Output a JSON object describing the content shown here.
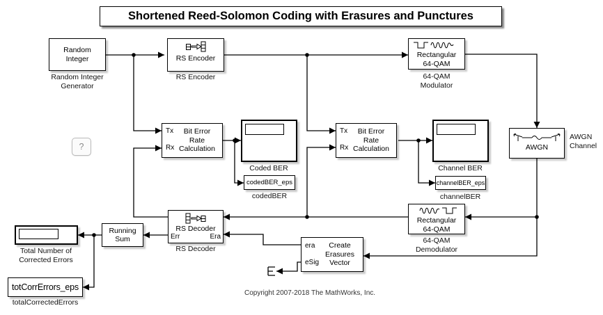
{
  "title": "Shortened Reed-Solomon Coding with Erasures and Punctures",
  "copyright": "Copyright 2007-2018 The MathWorks, Inc.",
  "help_button_label": "?",
  "colors": {
    "wire": "#000000",
    "block_background": "#ffffff",
    "canvas_background": "#ffffff"
  },
  "icons": {
    "rs_encoder": "encoder-blocks-arrow-icon",
    "rs_decoder": "decoder-blocks-arrow-icon",
    "qam_modulator": "square-to-sine-wave-icon",
    "qam_demodulator": "sine-to-square-wave-icon",
    "awgn": "antenna-noise-icon",
    "terminator": "terminator-ground-icon"
  },
  "blocks": {
    "random_integer": {
      "text": "Random\nInteger",
      "label": "Random Integer\nGenerator"
    },
    "rs_encoder": {
      "text": "RS Encoder",
      "label": "RS Encoder"
    },
    "qam_modulator": {
      "text": "Rectangular\n64-QAM",
      "label": "64-QAM\nModulator"
    },
    "awgn": {
      "text": "AWGN",
      "label": "AWGN\nChannel"
    },
    "ber_coded": {
      "text": "Bit Error\nRate\nCalculation",
      "ports": {
        "tx": "Tx",
        "rx": "Rx"
      }
    },
    "scope_coded": {
      "label": "Coded BER"
    },
    "to_ws_coded": {
      "text": "codedBER_eps",
      "label": "codedBER"
    },
    "ber_channel": {
      "text": "Bit Error\nRate\nCalculation",
      "ports": {
        "tx": "Tx",
        "rx": "Rx"
      }
    },
    "scope_channel": {
      "label": "Channel BER"
    },
    "to_ws_channel": {
      "text": "channelBER_eps",
      "label": "channelBER"
    },
    "qam_demodulator": {
      "text": "Rectangular\n64-QAM",
      "label": "64-QAM\nDemodulator"
    },
    "rs_decoder": {
      "text": "RS Decoder",
      "label": "RS Decoder",
      "ports": {
        "err": "Err",
        "era": "Era"
      }
    },
    "create_erasures": {
      "text": "Create\nErasures\nVector",
      "ports": {
        "era": "era",
        "esig": "eSig"
      }
    },
    "running_sum": {
      "text": "Running\nSum"
    },
    "display_total": {
      "label": "Total Number of\nCorrected Errors"
    },
    "to_ws_total": {
      "text": "totCorrErrors_eps",
      "label": "totalCorrectedErrors"
    }
  }
}
